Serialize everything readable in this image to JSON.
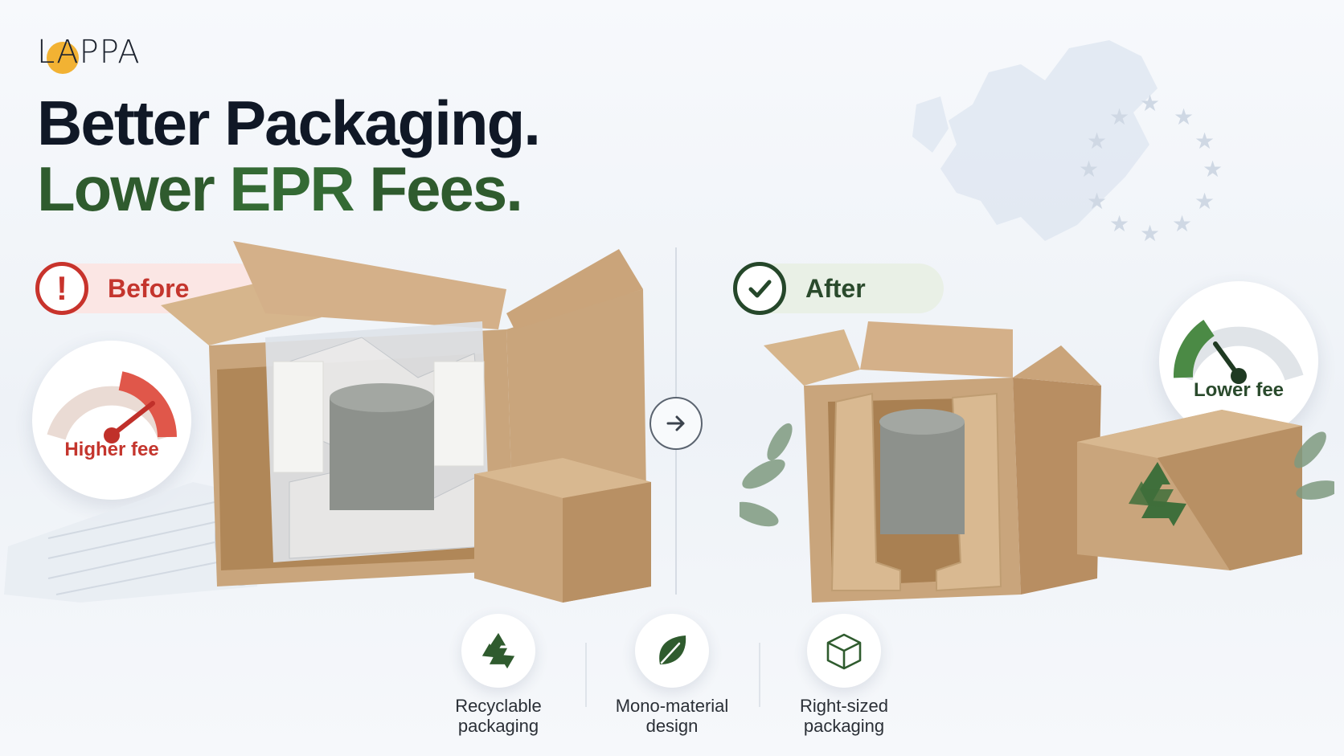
{
  "brand": {
    "logo_text": "LAPPA"
  },
  "headline": {
    "line1": "Better Packaging.",
    "line2_prefix": "Lower ",
    "line2_highlight": "EPR",
    "line2_suffix": " Fees."
  },
  "before": {
    "label": "Before",
    "icon": "exclamation-icon",
    "gauge_label": "Higher fee",
    "gauge_level": 0.8,
    "color": "#c8332c"
  },
  "after": {
    "label": "After",
    "icon": "checkmark-icon",
    "gauge_label": "Lower fee",
    "gauge_level": 0.15,
    "color": "#3f7a3c"
  },
  "features": [
    {
      "icon": "recycle-icon",
      "label_line1": "Recyclable",
      "label_line2": "packaging"
    },
    {
      "icon": "leaf-icon",
      "label_line1": "Mono-material",
      "label_line2": "design"
    },
    {
      "icon": "box-icon",
      "label_line1": "Right-sized",
      "label_line2": "packaging"
    }
  ]
}
